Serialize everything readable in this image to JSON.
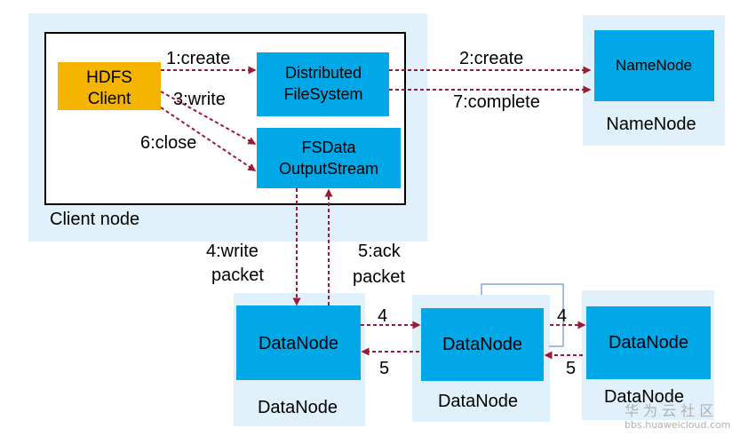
{
  "colors": {
    "panel": "#e1f1fb",
    "box": "#00a8e8",
    "client_box": "#f5b400",
    "arrow": "#9c1a36",
    "frame": "#000000",
    "link": "#4a78c0"
  },
  "client_node": {
    "label": "Client node",
    "hdfs_client": [
      "HDFS",
      "Client"
    ],
    "distributed_fs": [
      "Distributed",
      "FileSystem"
    ],
    "fsdata": [
      "FSData",
      "OutputStream"
    ]
  },
  "namenode": {
    "box_label": "NameNode",
    "panel_label": "NameNode"
  },
  "datanodes": [
    {
      "box_label": "DataNode",
      "panel_label": "DataNode"
    },
    {
      "box_label": "DataNode",
      "panel_label": "DataNode"
    },
    {
      "box_label": "DataNode",
      "panel_label": "DataNode"
    }
  ],
  "steps": {
    "create_client": "1:create",
    "create_namenode": "2:create",
    "write": "3:write",
    "write_packet": [
      "4:write",
      "packet"
    ],
    "ack_packet": [
      "5:ack",
      "packet"
    ],
    "close": "6:close",
    "complete": "7:complete",
    "pipeline_write_1": "4",
    "pipeline_write_2": "4",
    "pipeline_ack_1": "5",
    "pipeline_ack_2": "5"
  },
  "watermark": {
    "title": "华 为 云 社 区",
    "url": "bbs.huaweicloud.com"
  }
}
